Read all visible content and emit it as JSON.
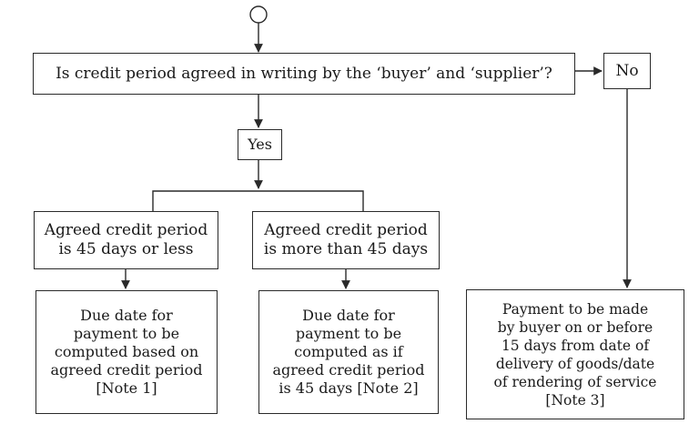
{
  "question": "Is credit period agreed in writing by the ‘buyer’ and ‘supplier’?",
  "no_label": "No",
  "yes_label": "Yes",
  "option_a": {
    "line1": "Agreed credit period",
    "line2": "is 45 days or less"
  },
  "option_b": {
    "line1": "Agreed credit period",
    "line2": "is more than 45 days"
  },
  "result_a": [
    "Due date for",
    "payment to be",
    "computed based on",
    "agreed credit period",
    "[Note 1]"
  ],
  "result_b": [
    "Due date for",
    "payment to be",
    "computed as if",
    "agreed credit period",
    "is 45 days [Note 2]"
  ],
  "result_no": [
    "Payment to be made",
    "by buyer on or before",
    "15 days from date of",
    "delivery of goods/date",
    "of rendering of service",
    "[Note 3]"
  ]
}
